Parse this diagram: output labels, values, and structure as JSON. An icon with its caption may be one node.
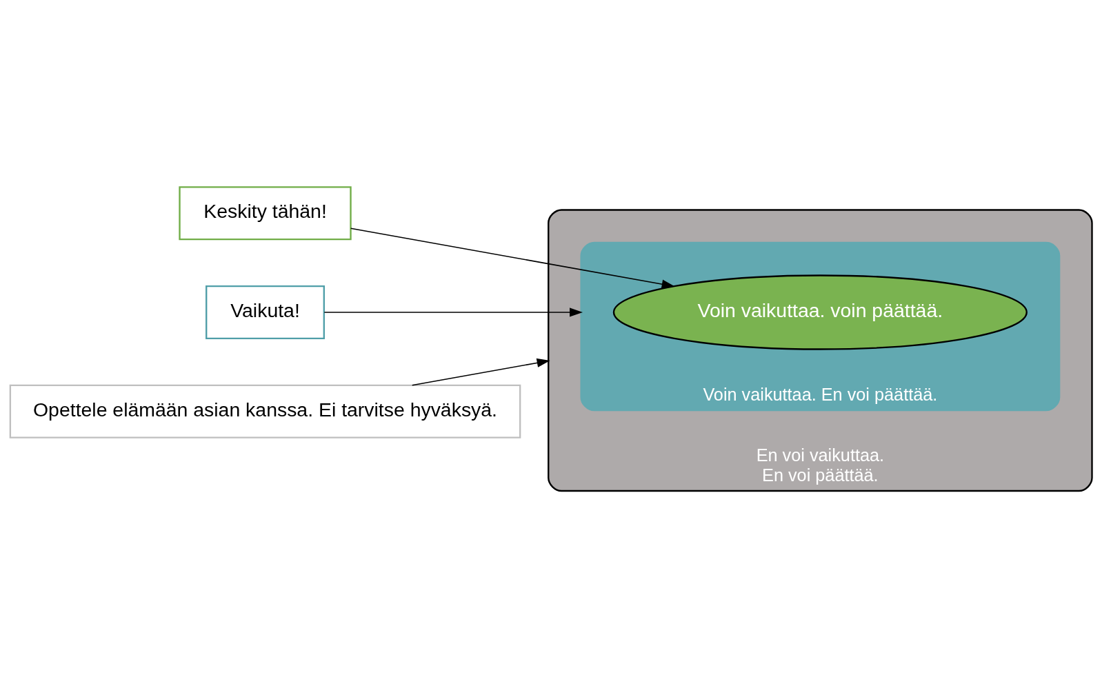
{
  "diagram": {
    "nodes": [
      {
        "text": [
          "Keskity tähän!"
        ]
      },
      {
        "text": [
          "Vaikuta!"
        ]
      },
      {
        "text": [
          "Opettele elämään asian kanssa. Ei tarvitse hyväksyä."
        ]
      },
      {
        "text": [
          "En voi vaikuttaa.",
          "En voi päättää."
        ]
      },
      {
        "text": [
          "Voin vaikuttaa. En voi päättää."
        ],
        "in": 3
      },
      {
        "text": [
          "Voin vaikuttaa. voin päättää."
        ],
        "in": 4
      }
    ],
    "edges": [
      {
        "from": 0,
        "to": 5,
        "arrow": "to"
      },
      {
        "from": 1,
        "to": 4,
        "arrow": "to"
      },
      {
        "from": 2,
        "to": 3,
        "arrow": "to"
      }
    ]
  }
}
